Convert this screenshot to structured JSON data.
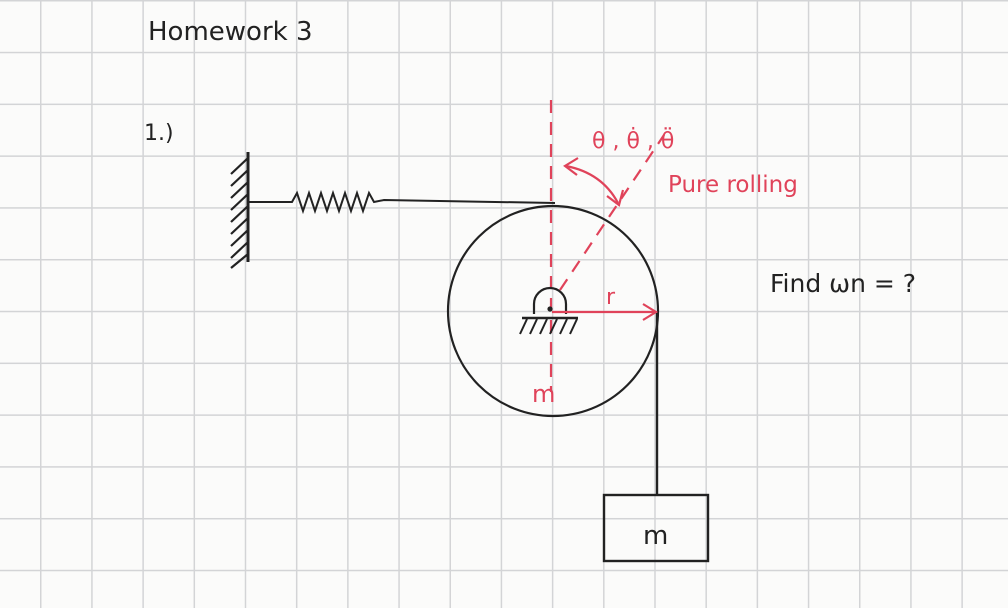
{
  "title": "Homework 3",
  "problem_number": "1.)",
  "labels": {
    "angle": "θ , θ̇ , θ̈",
    "condition": "Pure rolling",
    "radius": "r",
    "disk_mass": "m",
    "block_mass": "m",
    "question": "Find ωn = ?"
  },
  "colors": {
    "ink": "#222222",
    "annotation": "#e0435a",
    "grid": "#d3d4d6"
  }
}
